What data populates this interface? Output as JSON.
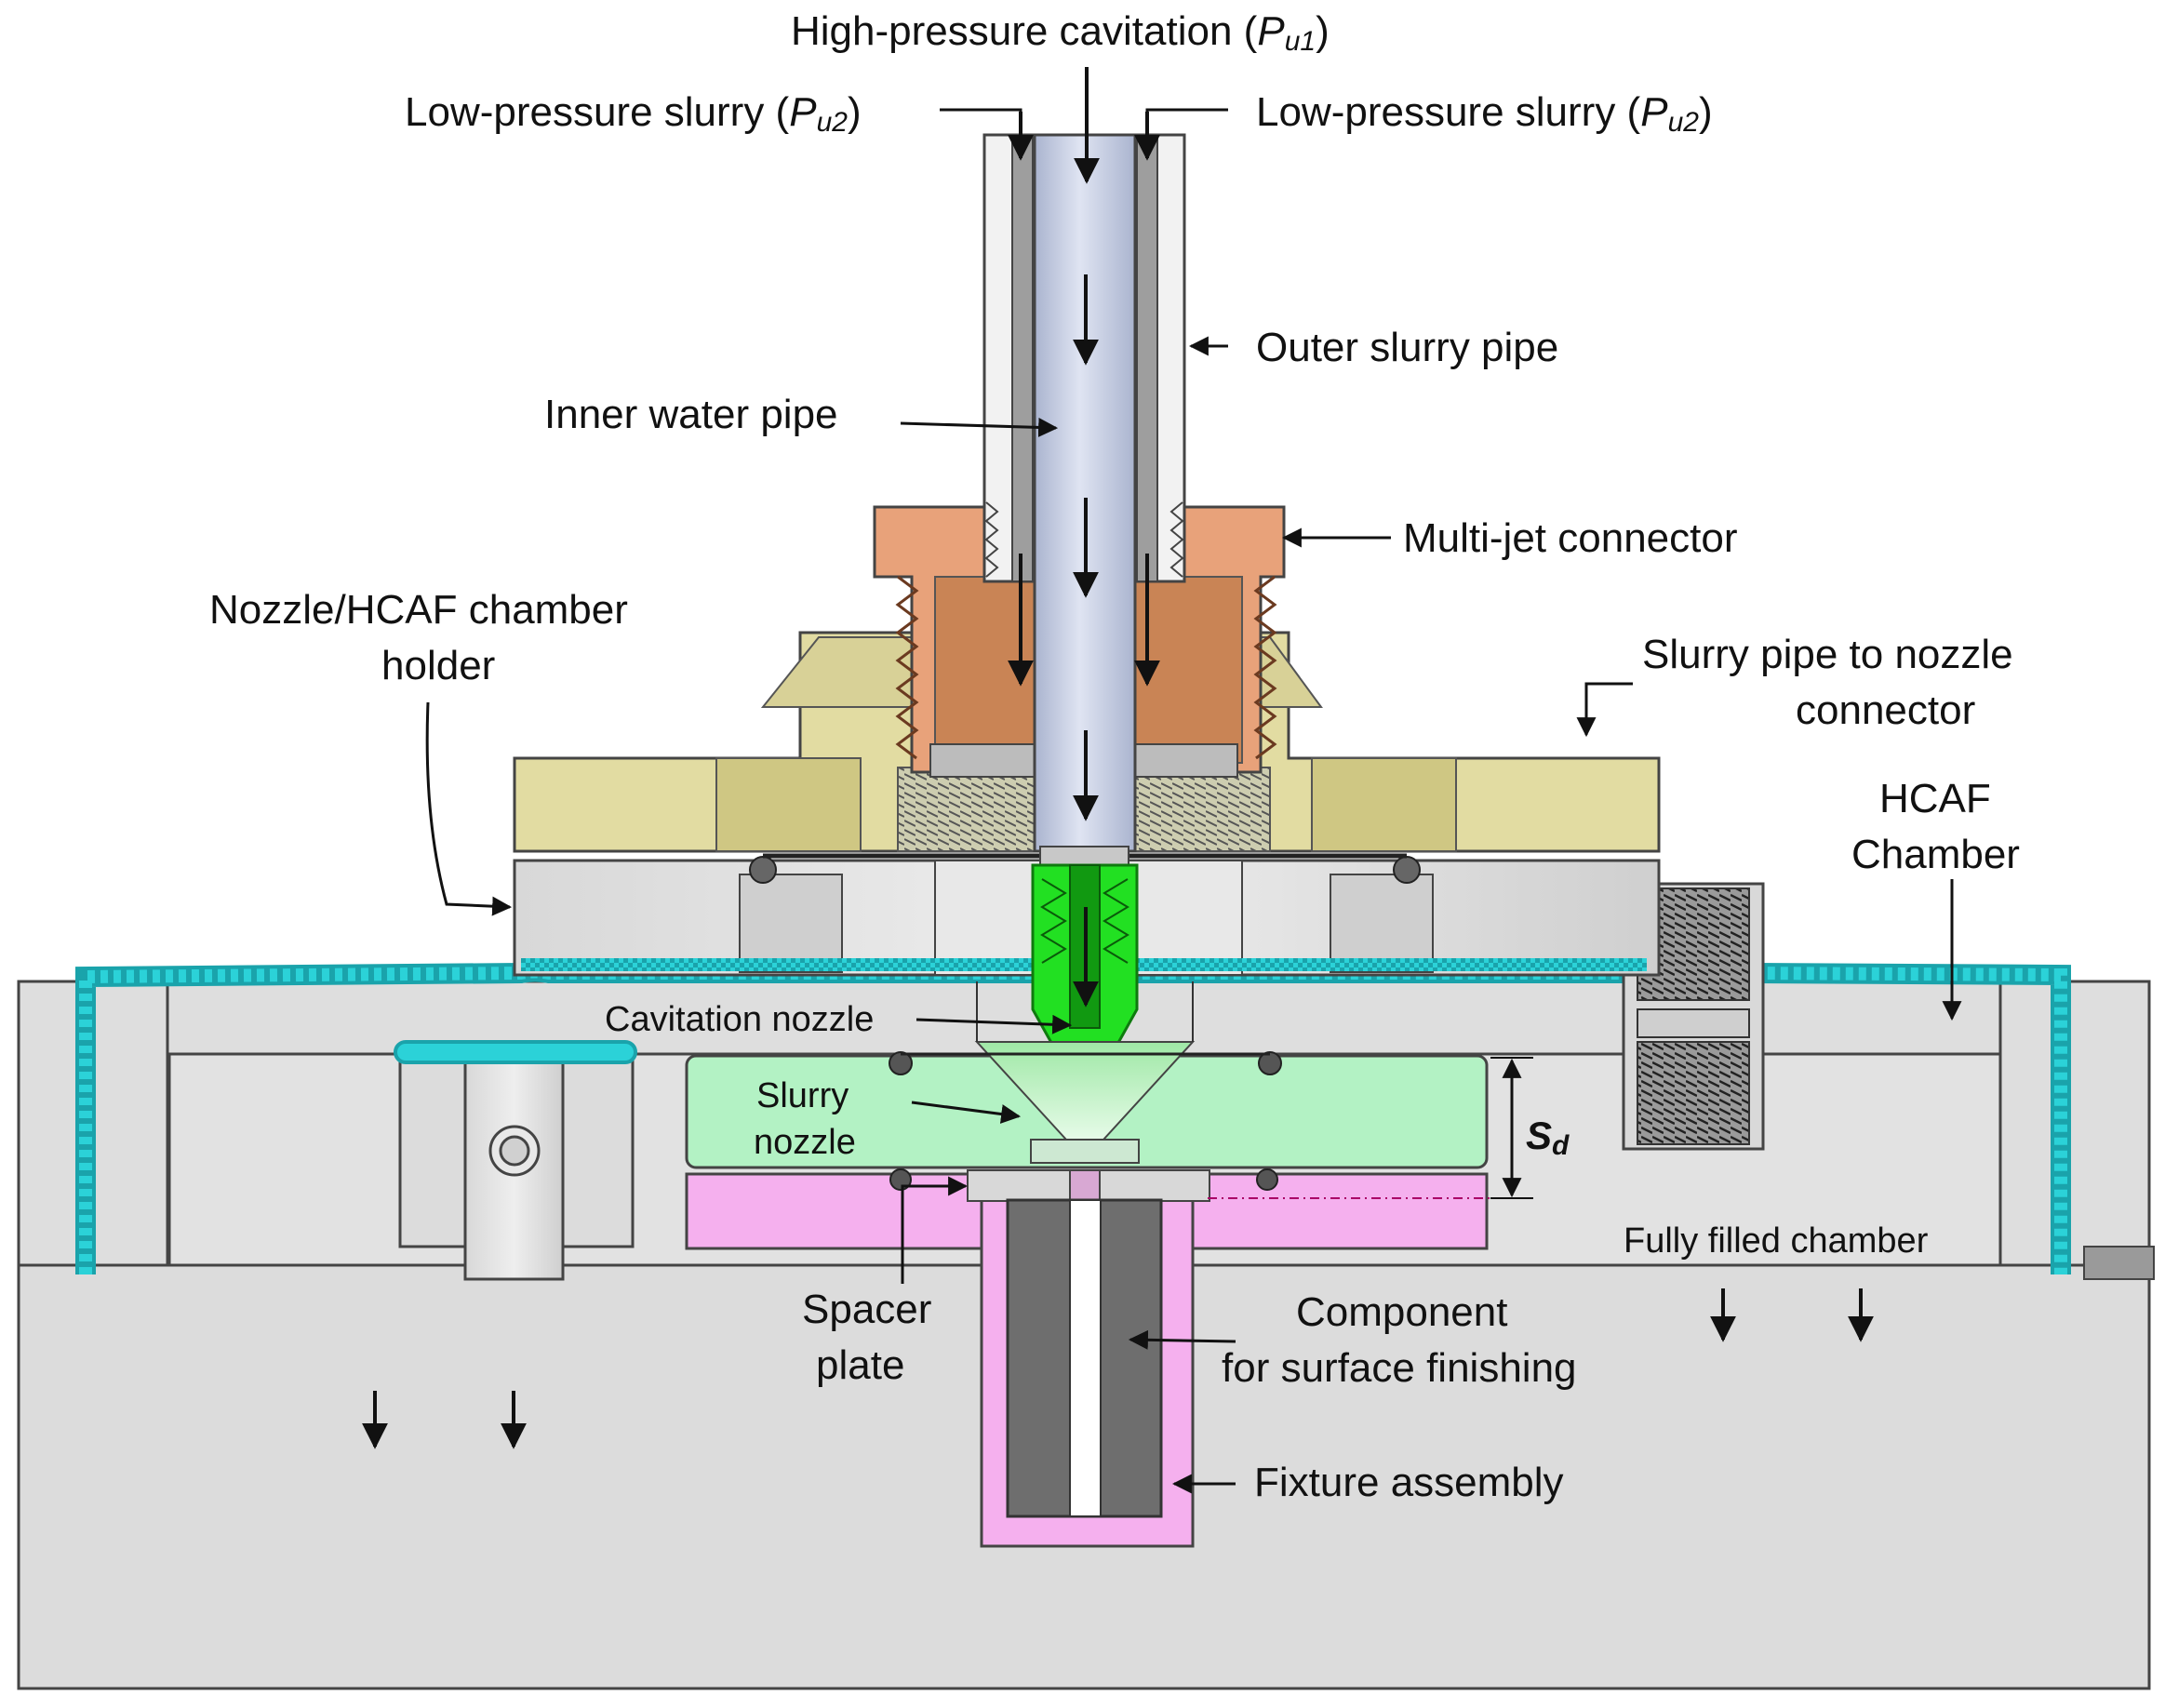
{
  "labels": {
    "high_pressure": "High-pressure cavitation (",
    "high_pressure_sym": "P",
    "high_pressure_sub": "u1",
    "low_pressure_left": "Low-pressure slurry (",
    "low_pressure_left_sym": "P",
    "low_pressure_left_sub": "u2",
    "low_pressure_right": "Low-pressure slurry (",
    "low_pressure_right_sym": "P",
    "low_pressure_right_sub": "u2",
    "close_paren": ")",
    "outer_slurry_pipe": "Outer slurry pipe",
    "inner_water_pipe": "Inner water pipe",
    "multi_jet_connector": "Multi-jet connector",
    "holder_line1": "Nozzle/HCAF chamber",
    "holder_line2": "holder",
    "slurry_connector_line1": "Slurry pipe to nozzle",
    "slurry_connector_line2": "connector",
    "hcaf_line1": "HCAF",
    "hcaf_line2": "Chamber",
    "cavitation_nozzle": "Cavitation nozzle",
    "slurry_nozzle_line1": "Slurry",
    "slurry_nozzle_line2": "nozzle",
    "sd_sym": "S",
    "sd_sub": "d",
    "fully_filled": "Fully filled chamber",
    "spacer_line1": "Spacer",
    "spacer_line2": "plate",
    "component_line1": "Component",
    "component_line2": "for surface finishing",
    "fixture": "Fixture assembly"
  },
  "colors": {
    "chamber_gray": "#dedede",
    "outer_pipe": "#f2f2f2",
    "inner_pipe": "#c4cce2",
    "connector_copper": "#e8a27a",
    "connector_dark": "#c98455",
    "holder_olive": "#e2dca2",
    "holder_olive_dark": "#cfc783",
    "cavitation_green": "#22e022",
    "slurry_nozzle_green": "#b3f2c4",
    "fixture_pink": "#f5b0ee",
    "seal_cyan": "#2bd2d8"
  }
}
